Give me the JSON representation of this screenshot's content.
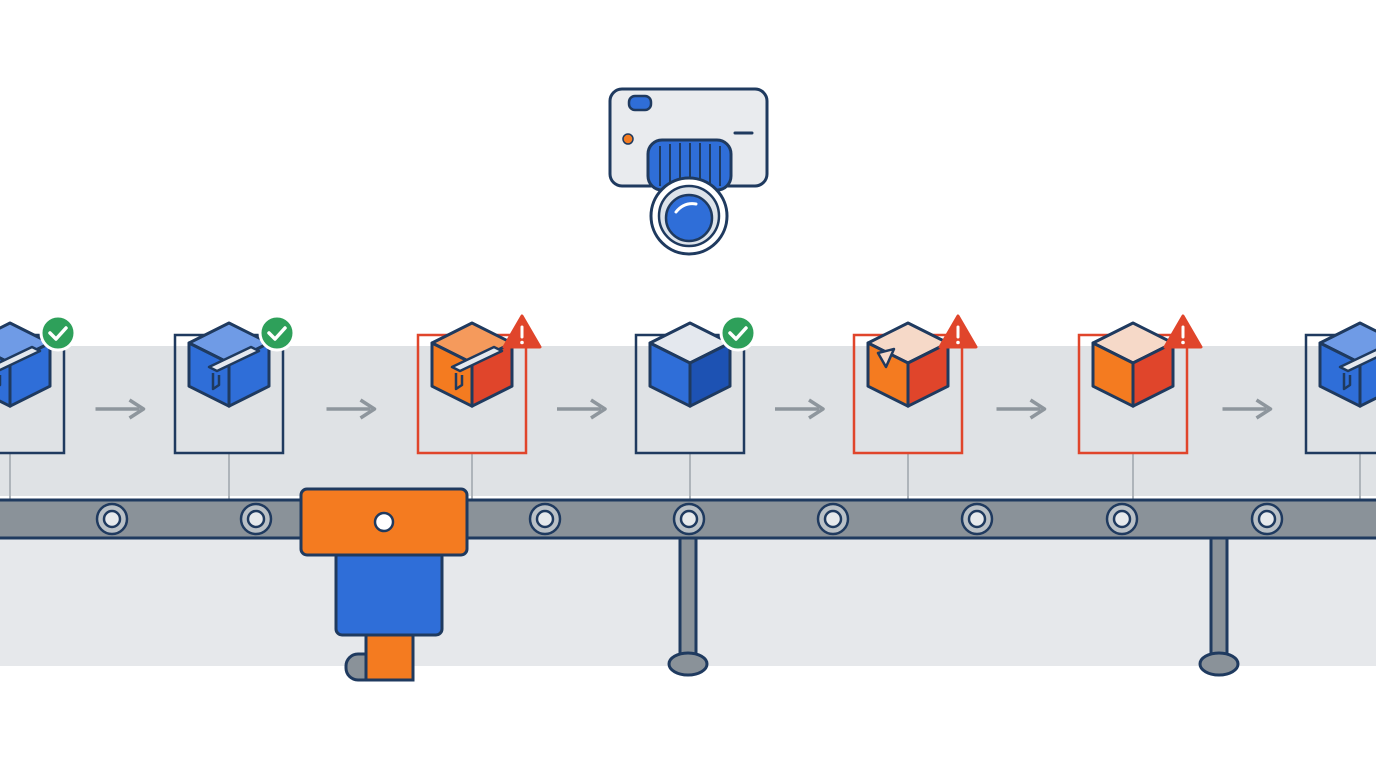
{
  "colors": {
    "background": "#ffffff",
    "band": "#e6e8eb",
    "outline": "#1f3a5f",
    "blue": "#2f6ed8",
    "blue_dark": "#1d52b3",
    "orange": "#f47b20",
    "red": "#e0452b",
    "green": "#2ea05a",
    "belt": "#8a9299",
    "arrow": "#8e969d",
    "frame_ok": "#1f3a5f",
    "frame_defect": "#e0452b"
  },
  "camera": {
    "icon": "camera-icon"
  },
  "packages": [
    {
      "status": "ok",
      "taped": true,
      "damaged": false
    },
    {
      "status": "ok",
      "taped": true,
      "damaged": false
    },
    {
      "status": "defect",
      "taped": true,
      "damaged": false
    },
    {
      "status": "ok",
      "taped": false,
      "damaged": false
    },
    {
      "status": "defect",
      "taped": false,
      "damaged": true
    },
    {
      "status": "defect",
      "taped": false,
      "damaged": false
    },
    {
      "status": "ok",
      "taped": true,
      "damaged": false
    }
  ],
  "status_icons": {
    "ok": "check-circle-icon",
    "defect": "warning-triangle-icon"
  },
  "flow_arrow_icon": "arrow-right-icon",
  "rejector": {
    "icon": "pusher-actuator-icon"
  }
}
